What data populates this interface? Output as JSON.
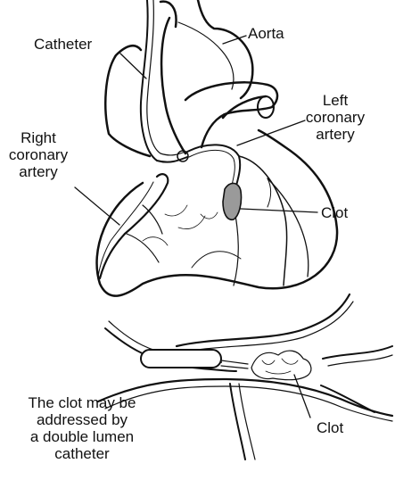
{
  "labels": {
    "aorta": "Aorta",
    "catheter": "Catheter",
    "left_coronary_artery": [
      "Left",
      "coronary",
      "artery"
    ],
    "right_coronary_artery": [
      "Right",
      "coronary",
      "artery"
    ],
    "clot_top": "Clot",
    "clot_bottom": "Clot",
    "caption": [
      "The clot may be",
      "addressed by",
      "a double lumen",
      "catheter"
    ]
  }
}
